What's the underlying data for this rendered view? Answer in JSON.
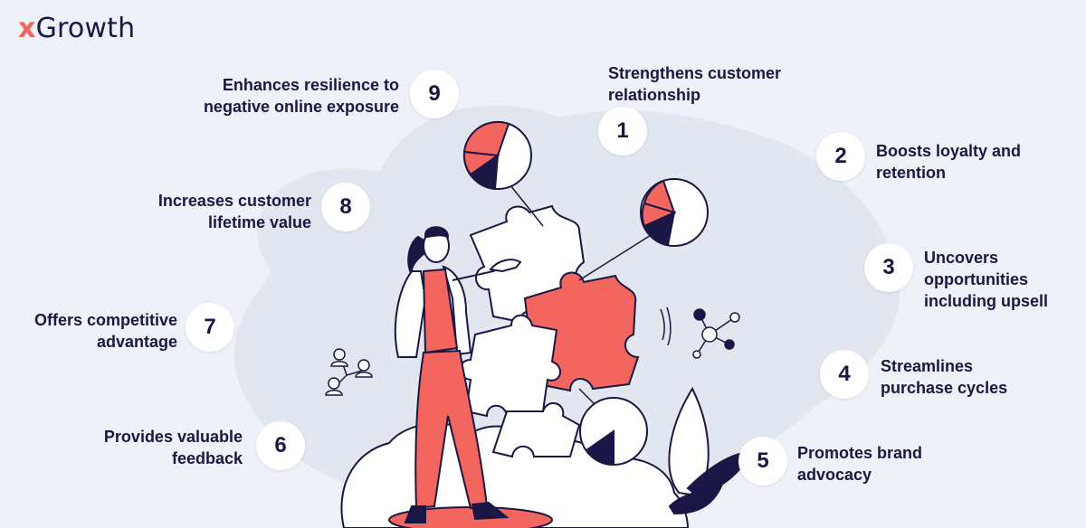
{
  "brand": {
    "logo_mark": "x",
    "logo_word": "Growth"
  },
  "colors": {
    "accent": "#f2665f",
    "text": "#1a1744",
    "background": "#eff1f8"
  },
  "benefits": [
    {
      "number": "1",
      "label": "Strengthens customer\nrelationship"
    },
    {
      "number": "2",
      "label": "Boosts loyalty and\nretention"
    },
    {
      "number": "3",
      "label": "Uncovers\nopportunities\nincluding upsell"
    },
    {
      "number": "4",
      "label": "Streamlines\npurchase cycles"
    },
    {
      "number": "5",
      "label": "Promotes brand\nadvocacy"
    },
    {
      "number": "6",
      "label": "Provides valuable\nfeedback"
    },
    {
      "number": "7",
      "label": "Offers competitive\nadvantage"
    },
    {
      "number": "8",
      "label": "Increases customer\nlifetime value"
    },
    {
      "number": "9",
      "label": "Enhances resilience to\nnegative online exposure"
    }
  ]
}
